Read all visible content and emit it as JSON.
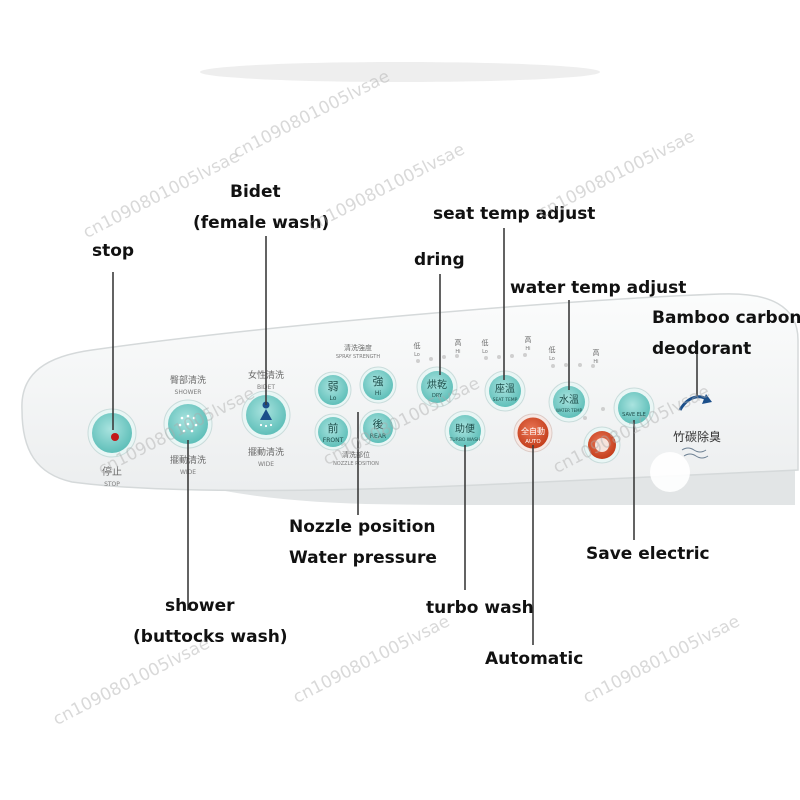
{
  "annotations": {
    "stop": "stop",
    "bidet_1": "Bidet",
    "bidet_2": "(female wash)",
    "seat_temp": "seat temp  adjust",
    "dring": "dring",
    "water_temp": "water temp adjust",
    "bamboo_1": "Bamboo carbon",
    "bamboo_2": "deodorant",
    "nozzle": "Nozzle position",
    "pressure": "Water pressure",
    "save": "Save electric",
    "shower_1": "shower",
    "shower_2": "(buttocks wash)",
    "turbo": "turbo wash",
    "auto": "Automatic"
  },
  "panel": {
    "stop_cn": "停止",
    "stop_en": "STOP",
    "shower_cn": "臀部清洗",
    "shower_en": "SHOWER",
    "wide_cn": "擺動清洗",
    "wide_en": "WIDE",
    "bidet_cn": "女性清洗",
    "bidet_en": "BIDET",
    "pressure_cn": "清洗強度",
    "pressure_en": "SPRAY STRENGTH",
    "weak_cn": "弱",
    "weak_en": "Lo",
    "strong_cn": "強",
    "strong_en": "Hi",
    "front_cn": "前",
    "front_en": "FRONT",
    "rear_cn": "後",
    "rear_en": "REAR",
    "position_cn": "清洗部位",
    "position_en": "NOZZLE POSITION",
    "dry_cn": "烘乾",
    "dry_en": "DRY",
    "turbo_cn": "助便",
    "turbo_en": "TURBO WASH",
    "seat_cn": "座溫",
    "seat_en": "SEAT TEMP",
    "auto_cn": "全自動",
    "auto_en": "AUTO",
    "water_cn": "水溫",
    "water_en": "WATER TEMP",
    "save_en": "SAVE ELE",
    "deod_cn": "竹碳除臭",
    "low_cn": "低",
    "low_en": "Lo",
    "high_cn": "高",
    "high_en": "Hi"
  },
  "watermark": "cn1090801005lvsae",
  "colors": {
    "button_teal": "#7fd0cb",
    "button_ring": "#e9f6f5",
    "auto_red": "#d24a28",
    "panel_white": "#f7f8f8",
    "panel_edge": "#d8dcdd",
    "leader_line": "#3c3c3c",
    "indicator_red": "#c21818"
  }
}
